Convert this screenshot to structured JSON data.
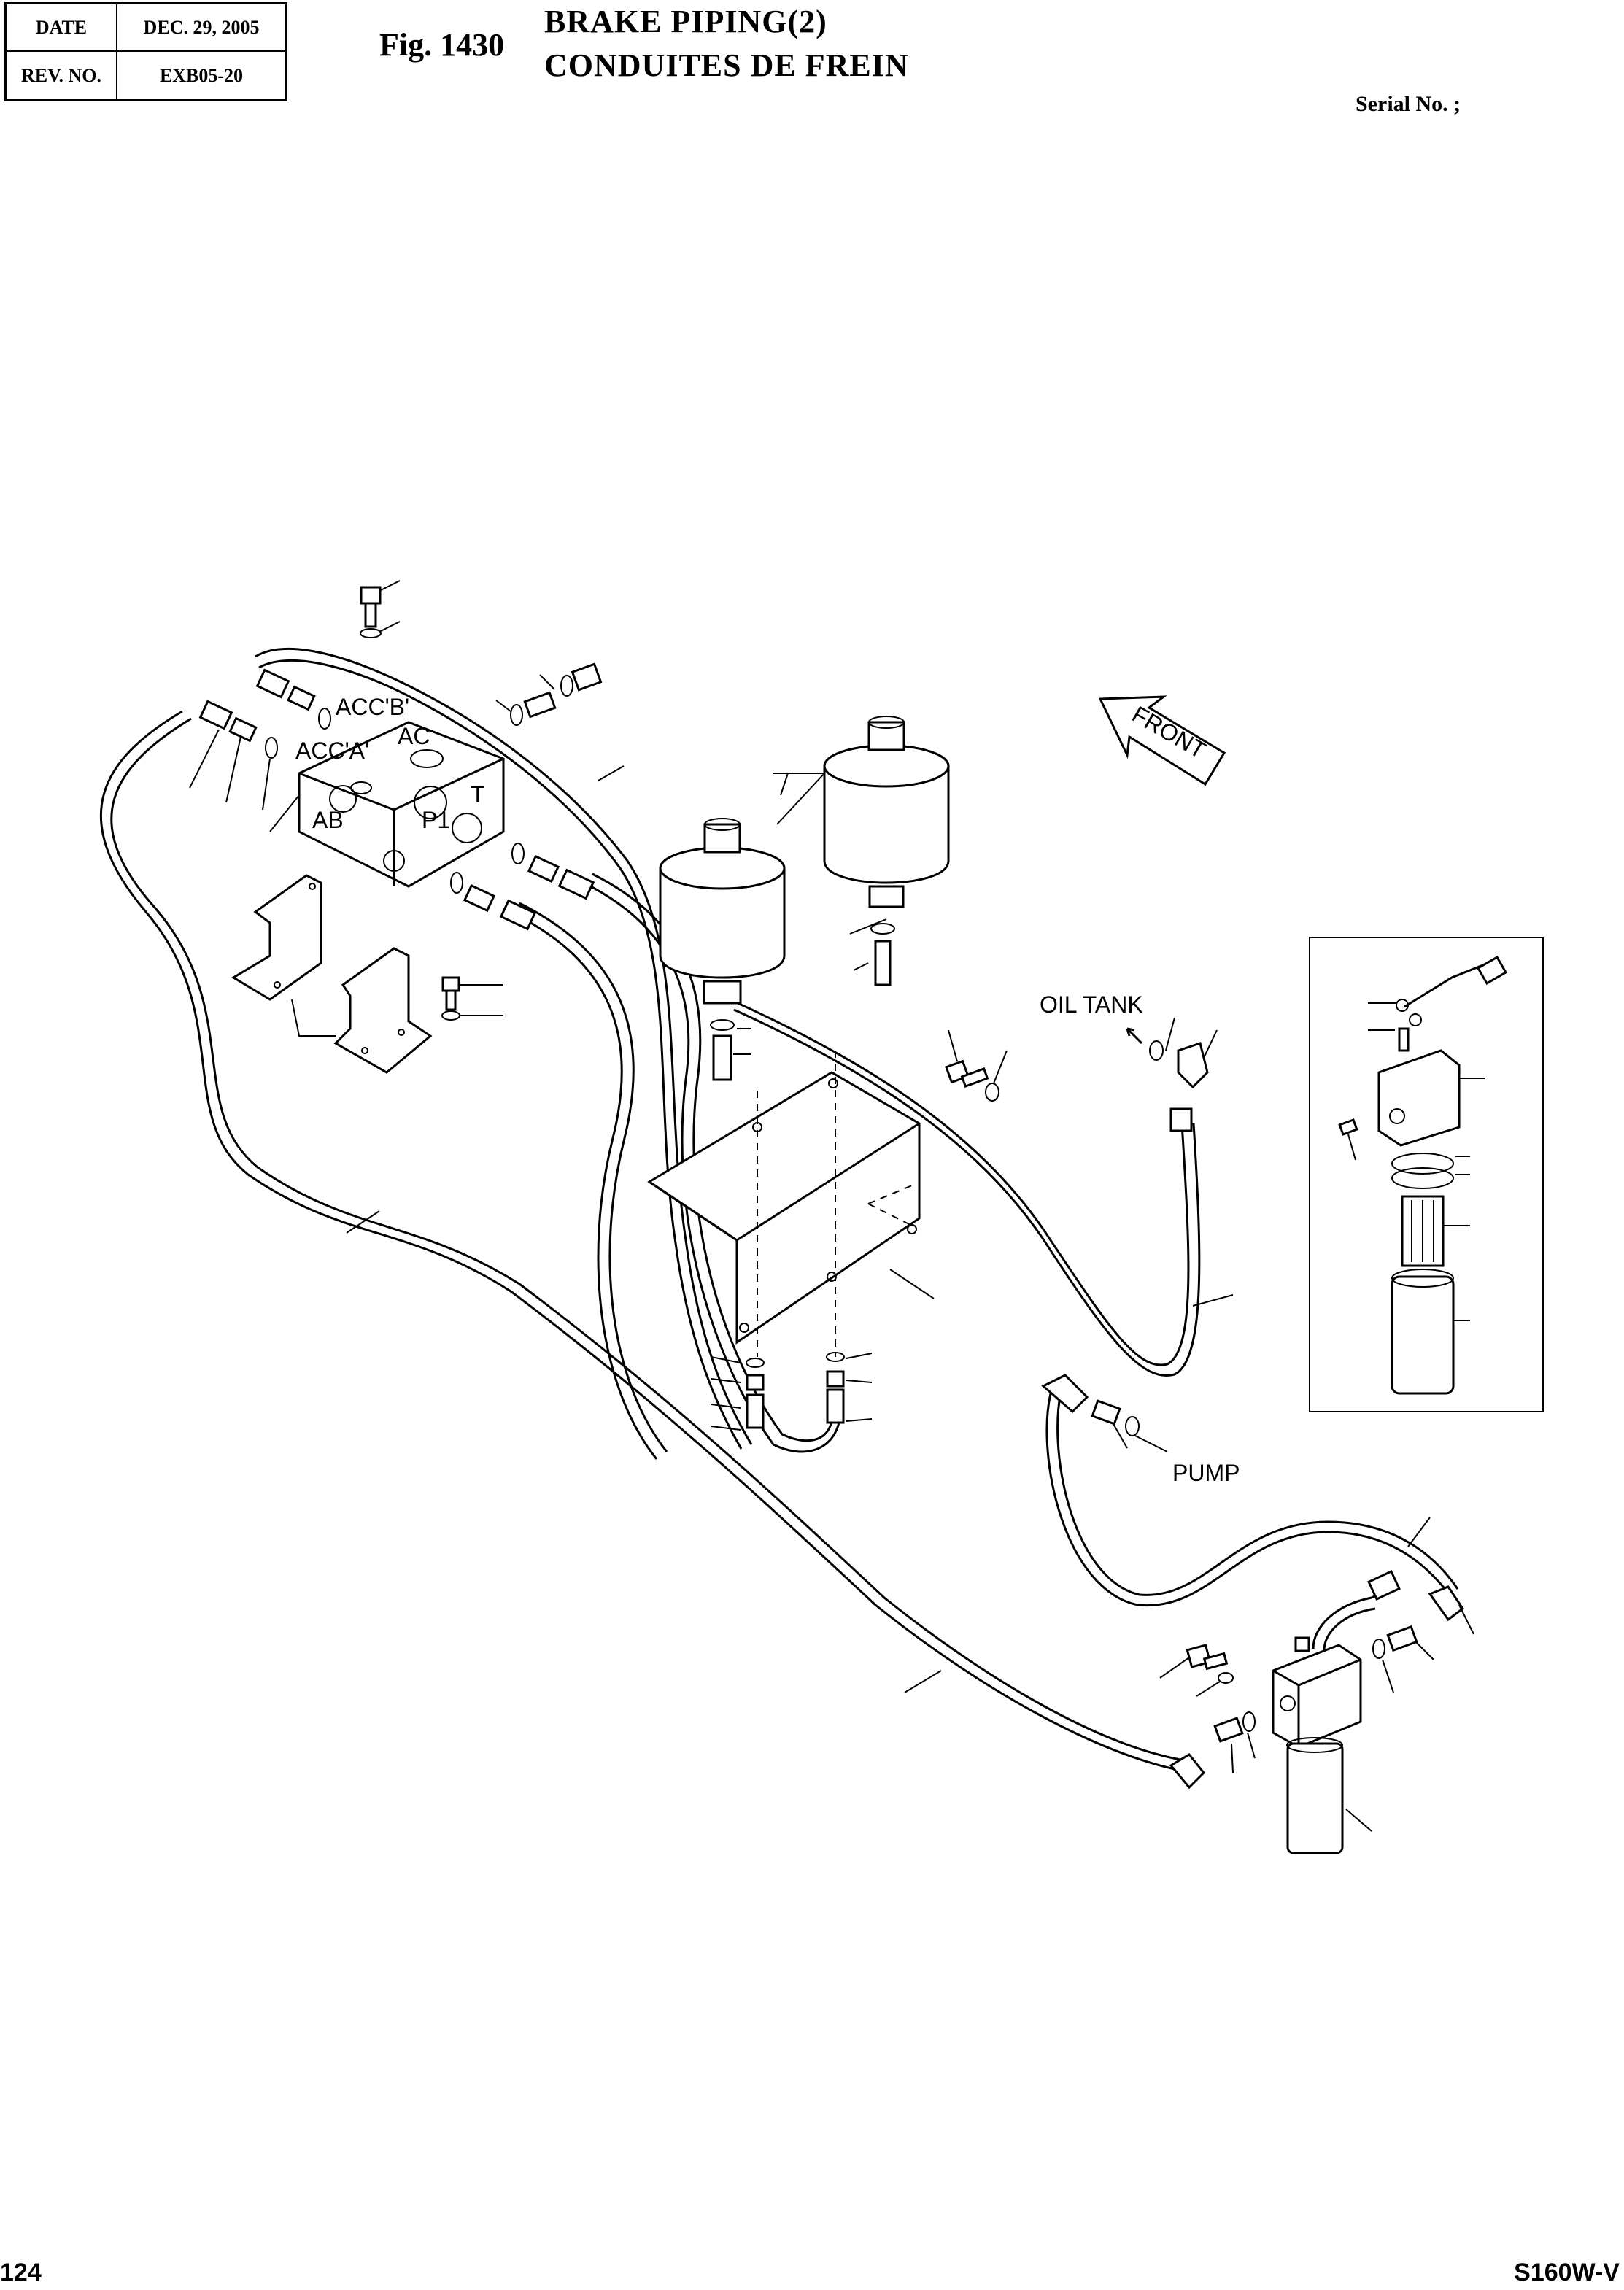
{
  "header": {
    "date_label": "DATE",
    "date_value": "DEC. 29, 2005",
    "rev_label": "REV. NO.",
    "rev_value": "EXB05-20",
    "fig_number": "Fig. 1430",
    "title_en": "BRAKE PIPING(2)",
    "title_fr": "CONDUITES DE FREIN",
    "serial": "Serial No. ;"
  },
  "diagram": {
    "port_labels": {
      "acc_b": "ACC'B'",
      "acc_a": "ACC'A'",
      "ac": "AC",
      "ab": "AB",
      "p1": "P1",
      "t": "T"
    },
    "front_label": "FRONT",
    "oil_tank_label": "OIL TANK",
    "pump_label": "PUMP"
  },
  "footer": {
    "page_number": "124",
    "model_code": "S160W-V"
  }
}
